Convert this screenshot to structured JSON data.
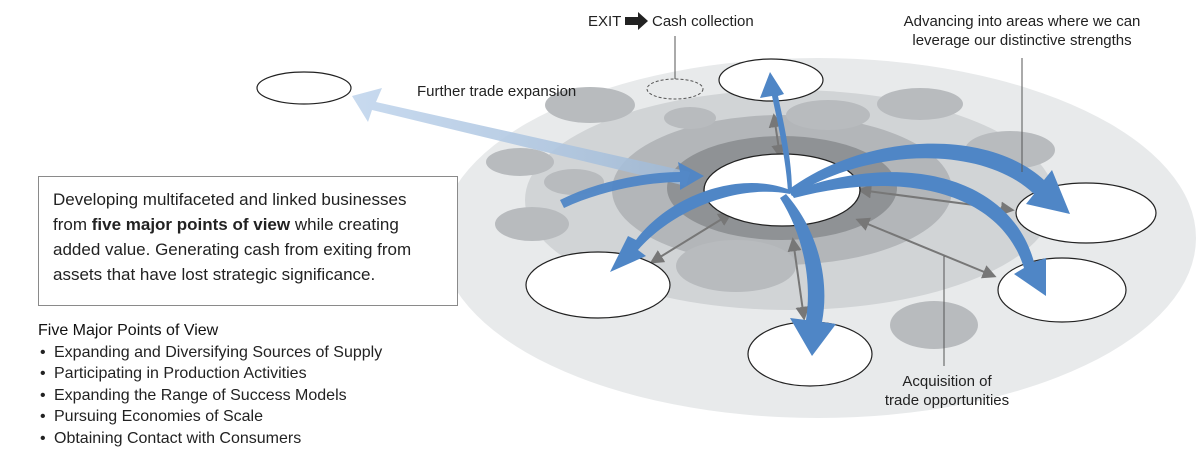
{
  "labels": {
    "exit": "EXIT",
    "cash_collection": "Cash collection",
    "further_trade": "Further trade expansion",
    "advancing_line1": "Advancing into areas where we can",
    "advancing_line2": "leverage our distinctive strengths",
    "acquisition_line1": "Acquisition of",
    "acquisition_line2": "trade opportunities"
  },
  "description": {
    "part1": "Developing multifaceted and linked businesses from ",
    "bold": "five major points of view",
    "part2": " while creating added value. Generating cash from exiting from assets that have lost strategic significance."
  },
  "points": {
    "title": "Five Major Points of View",
    "items": [
      "Expanding and Diversifying Sources of Supply",
      "Participating in Production Activities",
      "Expanding the Range of Success Models",
      "Pursuing Economies of Scale",
      "Obtaining Contact with Consumers"
    ]
  },
  "colors": {
    "arrow_blue": "#4f86c6",
    "pale_blue": "#b9cfe8",
    "disc_light": "#e9ebec",
    "disc_mid": "#d2d5d7",
    "disc_dark": "#9c9fa2",
    "blob": "#b9bcbf",
    "connector": "#777777"
  },
  "icons": {
    "exit_arrow": "right-arrow-icon"
  }
}
